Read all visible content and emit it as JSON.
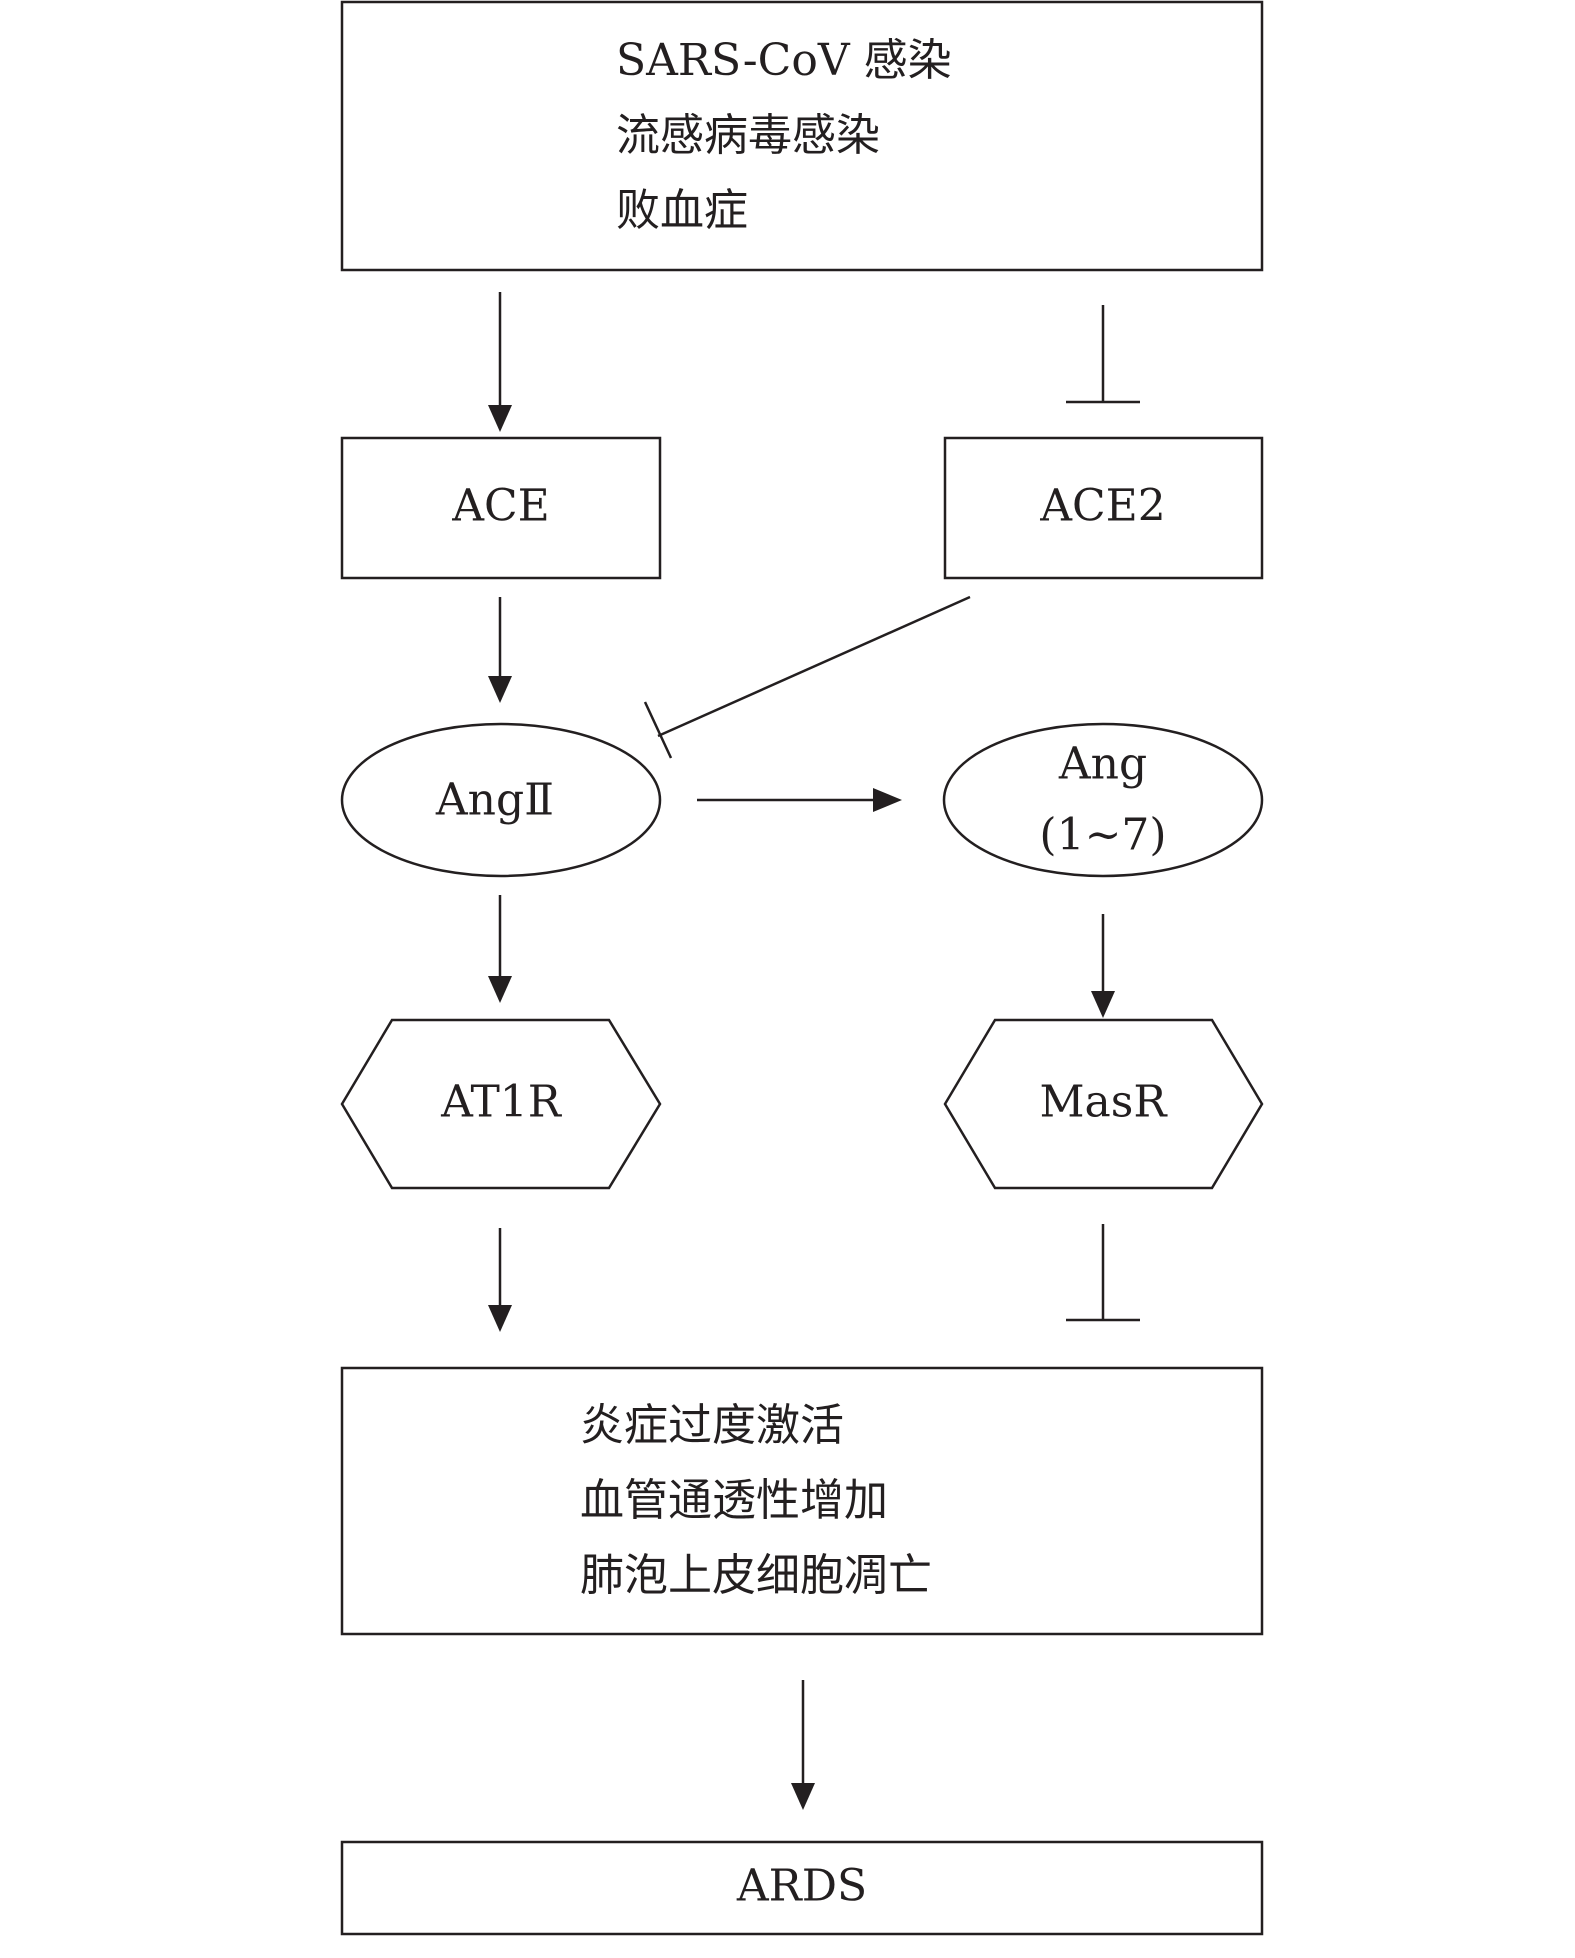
{
  "nodes": {
    "causes": {
      "lines": [
        "SARS-CoV 感染",
        "流感病毒感染",
        "败血症"
      ]
    },
    "ace": {
      "label": "ACE"
    },
    "ace2": {
      "label": "ACE2"
    },
    "ang2": {
      "label": "AngⅡ"
    },
    "ang17": {
      "lines": [
        "Ang",
        "(1~7)"
      ]
    },
    "at1r": {
      "label": "AT1R"
    },
    "masr": {
      "label": "MasR"
    },
    "effects": {
      "lines": [
        "炎症过度激活",
        "血管通透性增加",
        "肺泡上皮细胞凋亡"
      ]
    },
    "ards": {
      "label": "ARDS"
    }
  },
  "edges": [
    {
      "from": "causes",
      "to": "ace",
      "type": "activate"
    },
    {
      "from": "causes",
      "to": "ace2",
      "type": "inhibit"
    },
    {
      "from": "ace",
      "to": "ang2",
      "type": "activate"
    },
    {
      "from": "ace2",
      "to": "ang2",
      "type": "inhibit"
    },
    {
      "from": "ang2",
      "to": "ang17",
      "type": "activate"
    },
    {
      "from": "ang2",
      "to": "at1r",
      "type": "activate"
    },
    {
      "from": "ang17",
      "to": "masr",
      "type": "activate"
    },
    {
      "from": "at1r",
      "to": "effects",
      "type": "activate"
    },
    {
      "from": "masr",
      "to": "effects",
      "type": "inhibit"
    },
    {
      "from": "effects",
      "to": "ards",
      "type": "activate"
    }
  ]
}
